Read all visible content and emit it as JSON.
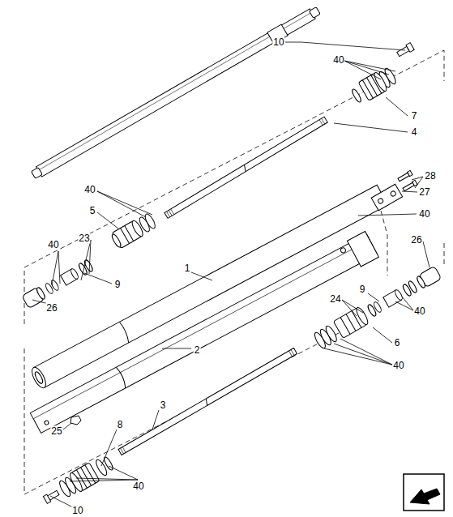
{
  "diagram": {
    "labels": [
      "10",
      "40",
      "7",
      "4",
      "28",
      "27",
      "40",
      "5",
      "40",
      "40",
      "23",
      "26",
      "9",
      "1",
      "26",
      "9",
      "24",
      "40",
      "2",
      "6",
      "40",
      "25",
      "8",
      "3",
      "40",
      "10"
    ]
  }
}
